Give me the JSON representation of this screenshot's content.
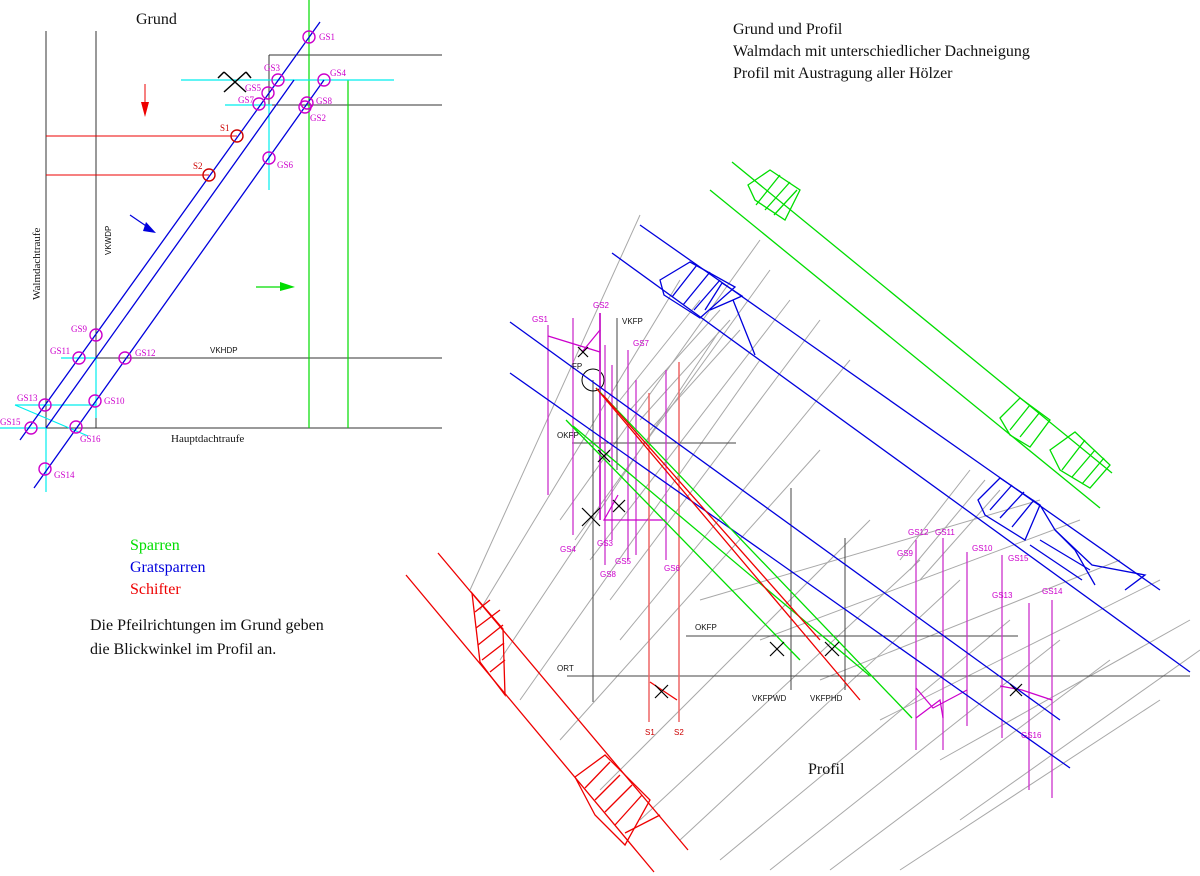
{
  "colors": {
    "sparren": "#00dd00",
    "gratsparren": "#0000dd",
    "schifter": "#ee0000",
    "label": "#cc00cc",
    "aux": "#00eeee",
    "construction": "#999999",
    "outline": "#333333"
  },
  "grund": {
    "title": "Grund",
    "eave_walm": "Walmdachtraufe",
    "eave_haupt": "Hauptdachtraufe",
    "vkwdp": "VKWDP",
    "vkhdp": "VKHDP",
    "points": [
      "GS1",
      "GS2",
      "GS3",
      "GS4",
      "GS5",
      "GS6",
      "GS7",
      "GS8",
      "GS9",
      "GS10",
      "GS11",
      "GS12",
      "GS13",
      "GS14",
      "GS15",
      "GS16"
    ],
    "schifter_points": [
      "S1",
      "S2"
    ],
    "arrows": [
      "red-arrow-down",
      "blue-arrow-diagonal",
      "green-arrow-right"
    ]
  },
  "title_block": {
    "line1": "Grund und Profil",
    "line2": "Walmdach mit unterschiedlicher Dachneigung",
    "line3": "Profil mit Austragung aller Hölzer"
  },
  "legend": {
    "sparren": "Sparren",
    "gratsparren": "Gratsparren",
    "schifter": "Schifter"
  },
  "note": {
    "line1": "Die Pfeilrichtungen im Grund geben",
    "line2": "die Blickwinkel im Profil an."
  },
  "profil": {
    "title": "Profil",
    "vkfp": "VKFP",
    "fp": "FP",
    "okfp_top": "OKFP",
    "okfp_bottom": "OKFP",
    "ort": "ORT",
    "vkfpwd": "VKFPWD",
    "vkfphd": "VKFPHD",
    "labels": {
      "gs1": "GS1",
      "gs2": "GS2",
      "gs3": "GS3",
      "gs4": "GS4",
      "gs5": "GS5",
      "gs6": "GS6",
      "gs7": "GS7",
      "gs8": "GS8",
      "gs9": "GS9",
      "gs10": "GS10",
      "gs11": "GS11",
      "gs12": "GS12",
      "gs13": "GS13",
      "gs14": "GS14",
      "gs15": "GS15",
      "gs16": "GS16",
      "s1": "S1",
      "s2": "S2"
    }
  }
}
